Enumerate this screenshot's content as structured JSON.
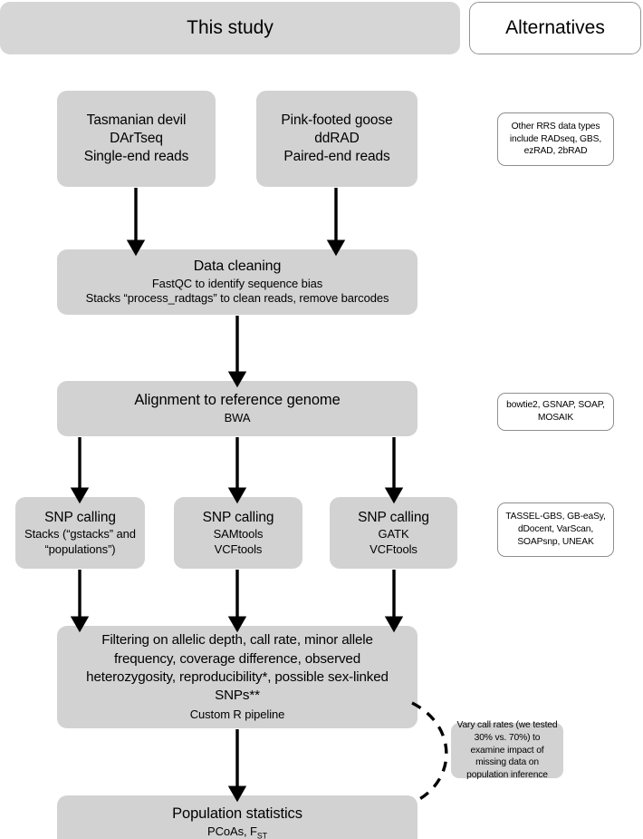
{
  "headers": {
    "this_study": "This study",
    "alternatives": "Alternatives"
  },
  "nodes": {
    "devil": {
      "line1": "Tasmanian devil",
      "line2": "DArTseq",
      "line3": "Single-end reads"
    },
    "goose": {
      "line1": "Pink-footed goose",
      "line2": "ddRAD",
      "line3": "Paired-end reads"
    },
    "data_cleaning": {
      "title": "Data cleaning",
      "line1": "FastQC to identify sequence bias",
      "line2": "Stacks “process_radtags” to clean reads, remove barcodes"
    },
    "alignment": {
      "title": "Alignment to reference genome",
      "line1": "BWA"
    },
    "snp_stacks": {
      "title": "SNP calling",
      "line1": "Stacks (“gstacks” and",
      "line2": "“populations”)"
    },
    "snp_samtools": {
      "title": "SNP calling",
      "line1": "SAMtools",
      "line2": "VCFtools"
    },
    "snp_gatk": {
      "title": "SNP calling",
      "line1": "GATK",
      "line2": "VCFtools"
    },
    "filtering": {
      "body": "Filtering on allelic depth, call rate, minor allele frequency, coverage difference, observed heterozygosity, reproducibility*, possible sex-linked SNPs**",
      "tool": "Custom R pipeline"
    },
    "population_statistics": {
      "title": "Population statistics",
      "stat_prefix": "PCoAs, F",
      "stat_subscript": "ST"
    }
  },
  "notes": {
    "rrs_types": "Other RRS data types include RADseq, GBS, ezRAD, 2bRAD",
    "aligners": "bowtie2, GSNAP, SOAP, MOSAIK",
    "snp_callers": "TASSEL-GBS, GB-eaSy, dDocent, VarScan, SOAPsnp, UNEAK",
    "call_rates": "Vary call rates (we tested 30% vs. 70%) to examine impact of missing data on population inference"
  },
  "colors": {
    "node_fill": "#d2d2d2",
    "banner_fill": "#d6d6d6",
    "note_border": "#8f8f8f",
    "arrow": "#000000",
    "background": "#ffffff"
  }
}
